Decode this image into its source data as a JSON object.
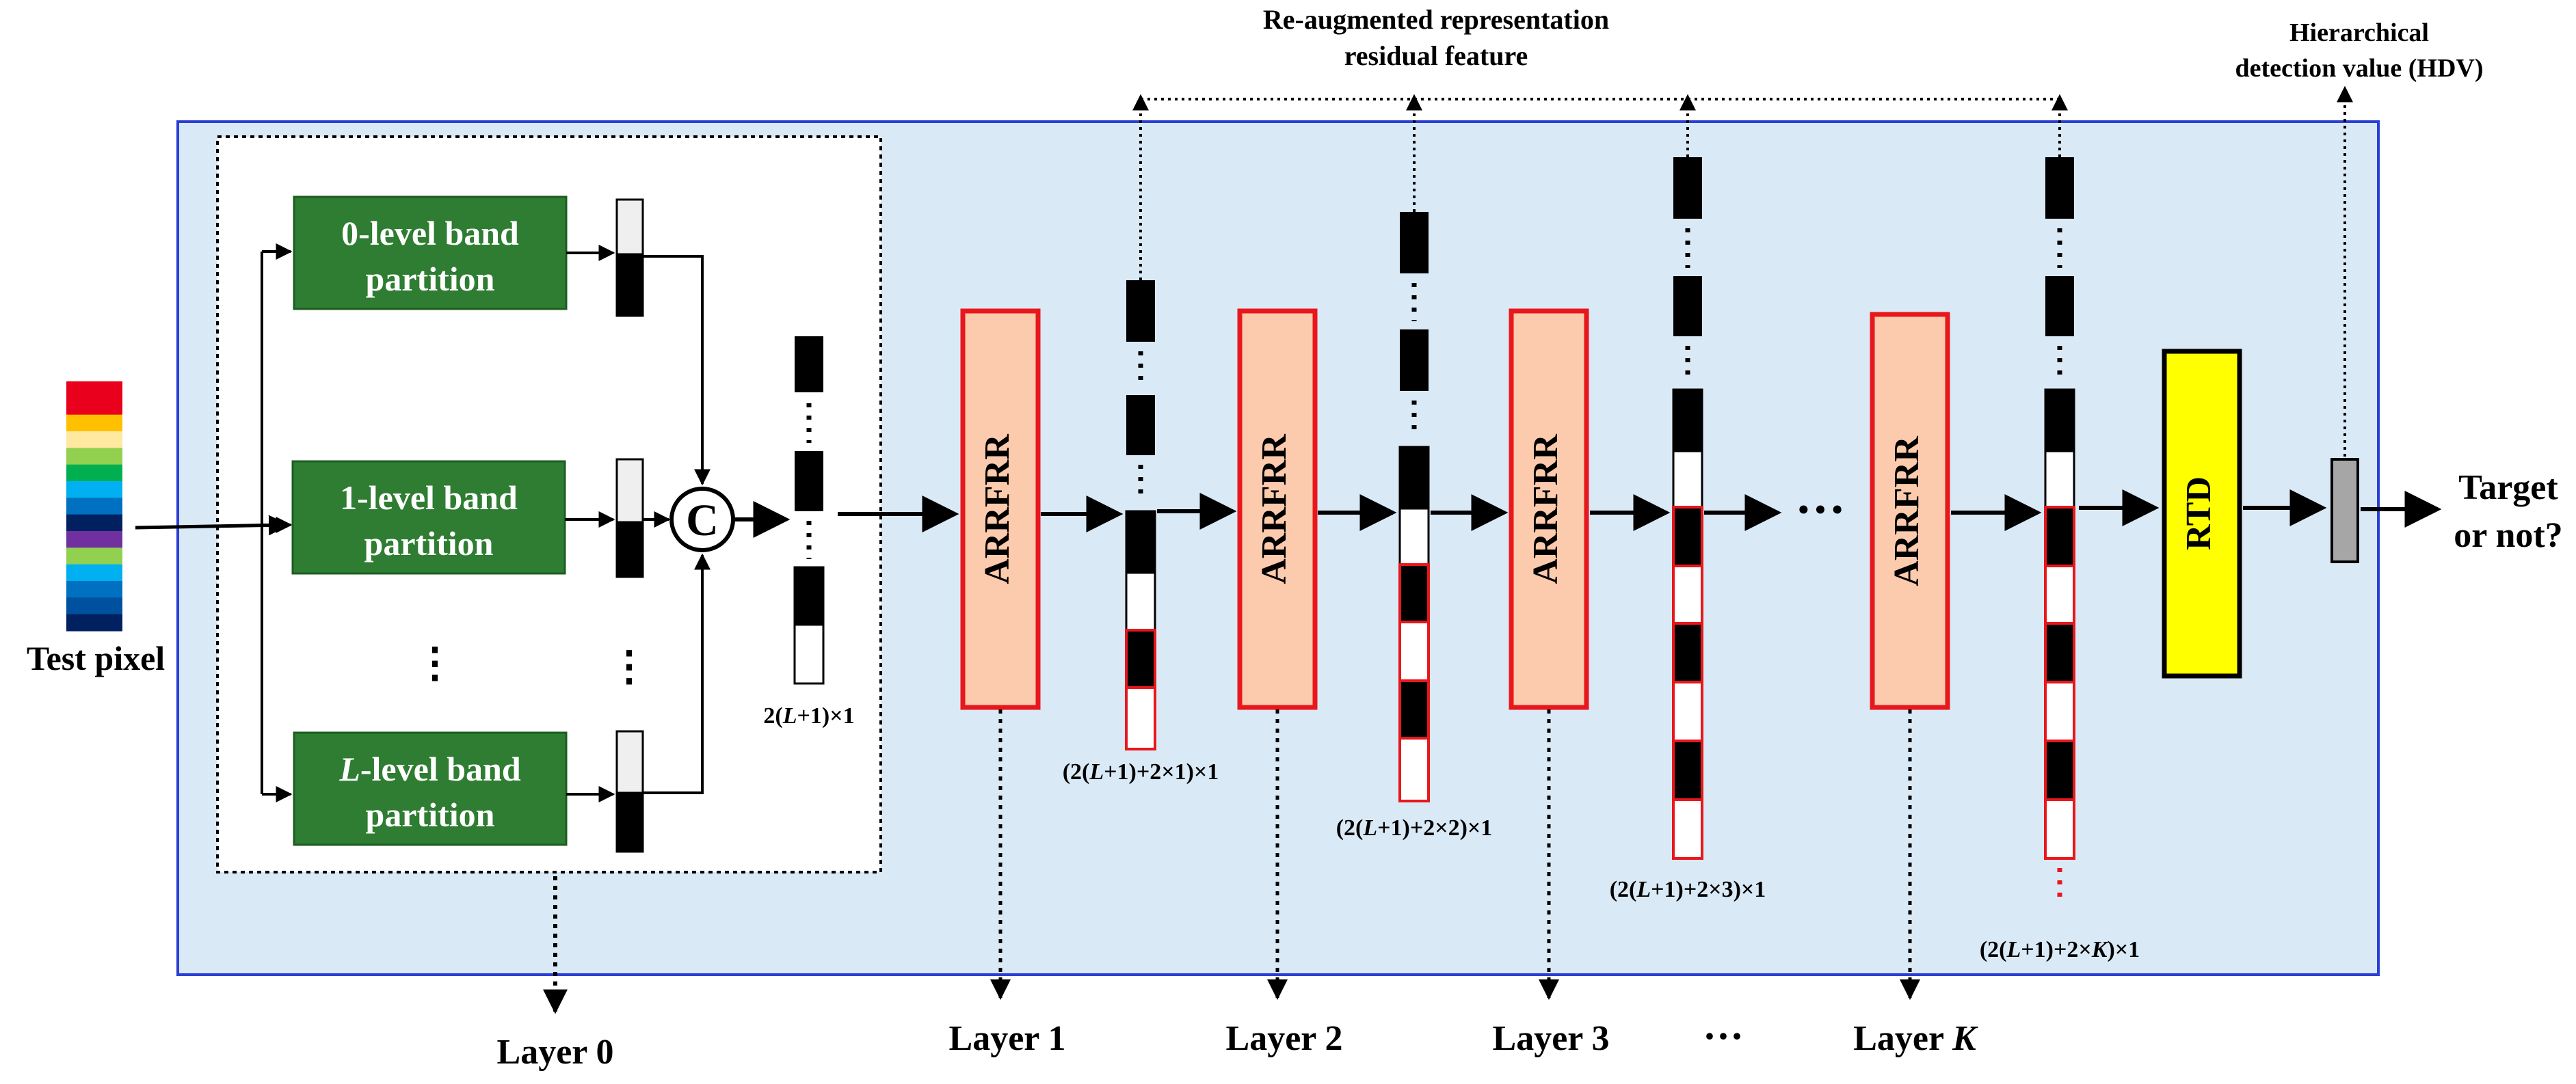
{
  "title_reaug_1": "Re-augmented representation",
  "title_reaug_2": "residual feature",
  "hdv_1": "Hierarchical",
  "hdv_2": "detection value (HDV)",
  "test_pixel": "Test pixel",
  "bp0_1": "0-level band",
  "bp0_2": "partition",
  "bp1_1": "1-level band",
  "bp1_2": "partition",
  "bpL_1a": "L",
  "bpL_1b": "-level band",
  "bpL_2": "partition",
  "concat_symbol": "C",
  "arrfrr": "ARRFRR",
  "rtd": "RTD",
  "output_1": "Target",
  "output_2": "or not?",
  "dim0": {
    "a": "2(",
    "b": "L",
    "c": "+1)×1"
  },
  "dim1": {
    "a": "(2(",
    "b": "L",
    "c": "+1)+2×1)×1"
  },
  "dim2": {
    "a": "(2(",
    "b": "L",
    "c": "+1)+2×2)×1"
  },
  "dim3": {
    "a": "(2(",
    "b": "L",
    "c": "+1)+2×3)×1"
  },
  "dimK": {
    "a": "(2(",
    "b": "L",
    "c": "+1)+2×",
    "d": "K",
    "e": ")×1"
  },
  "layer0": "Layer 0",
  "layer1": "Layer 1",
  "layer2": "Layer 2",
  "layer3": "Layer 3",
  "layerK_a": "Layer ",
  "layerK_b": "K",
  "ellipsis_h": "···",
  "ellipsis_v": "⋮",
  "colors": {
    "panel_fill": "#dae9f6",
    "panel_border": "#2b3fd6",
    "partition_fill": "#2e7d32",
    "arrfrr_fill": "#fccbad",
    "arrfrr_border": "#e8171c",
    "rtd_fill": "#ffff00",
    "hdv_fill": "#a6a6a6"
  },
  "spectrum_colors": [
    "#e8001c",
    "#e8001c",
    "#ffc000",
    "#ffe8a0",
    "#92d050",
    "#00b050",
    "#00b0f0",
    "#0070c0",
    "#002060",
    "#7030a0",
    "#92d050",
    "#00b0f0",
    "#0070c0",
    "#0050a0",
    "#002060"
  ]
}
